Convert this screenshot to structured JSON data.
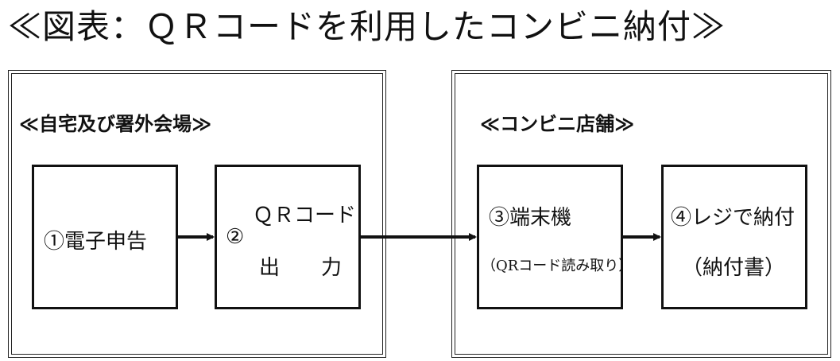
{
  "title": "≪図表：ＱＲコードを利用したコンビニ納付≫",
  "groups": {
    "home": {
      "label": "≪自宅及び署外会場≫"
    },
    "store": {
      "label": "≪コンビニ店舗≫"
    }
  },
  "steps": [
    {
      "line1": "①電子申告"
    },
    {
      "num": "②",
      "line1": "ＱＲコード",
      "line2": "出　　力"
    },
    {
      "line1": "③端末機",
      "line2": "（QRコード読み取り）"
    },
    {
      "line1": "④レジで納付",
      "line2": "（納付書）"
    }
  ]
}
